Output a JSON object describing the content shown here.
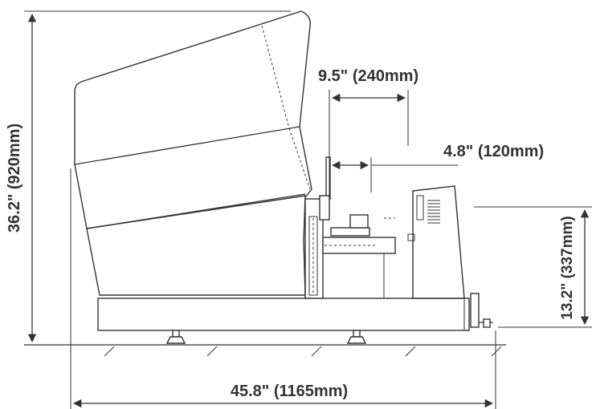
{
  "dimensions": {
    "height_total": "36.2\" (920mm)",
    "height_base": "13.2\" (337mm)",
    "width_total": "45.8\" (1165mm)",
    "reach_top": "9.5\" (240mm)",
    "reach_mid": "4.8\" (120mm)"
  },
  "colors": {
    "line": "#333333",
    "background": "#ffffff"
  }
}
